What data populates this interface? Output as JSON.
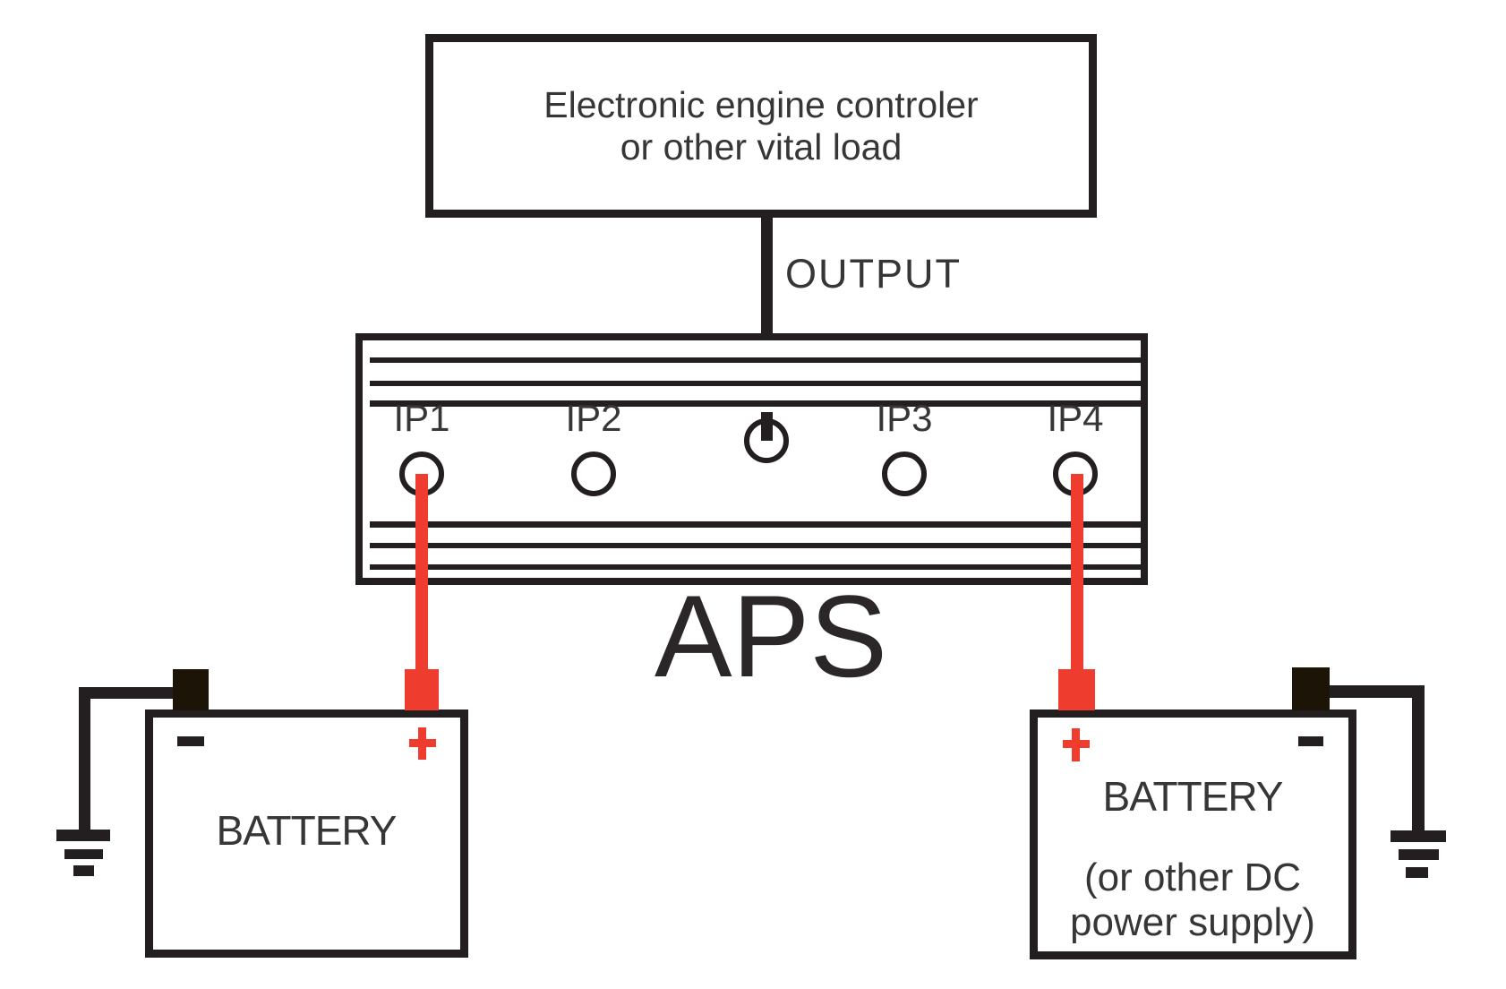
{
  "colors": {
    "line": "#231f20",
    "red": "#ee3c2e",
    "terminal_dark": "#1d1408",
    "background": "#ffffff"
  },
  "load_box": {
    "line1": "Electronic engine controler",
    "line2": "or other vital load"
  },
  "output_label": "OUTPUT",
  "aps": {
    "label": "APS",
    "input_labels": [
      "IP1",
      "IP2",
      "IP3",
      "IP4"
    ]
  },
  "left_battery": {
    "label": "BATTERY",
    "plus": "+",
    "minus": "−"
  },
  "right_battery": {
    "label": "BATTERY",
    "note_line1": "(or other DC",
    "note_line2": "power supply)",
    "plus": "+",
    "minus": "−"
  }
}
